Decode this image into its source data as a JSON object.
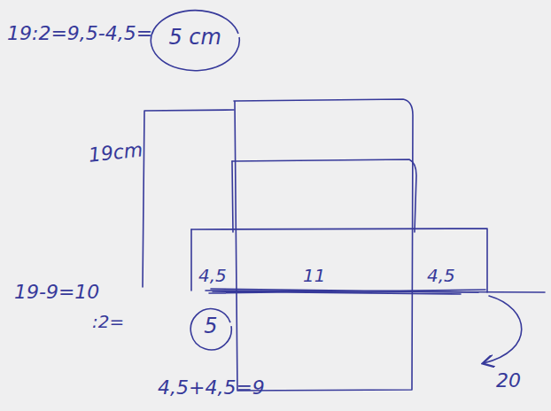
{
  "diagram": {
    "nodes": [
      {
        "text": [
          "5 cm"
        ]
      },
      {
        "text": [
          "5"
        ]
      }
    ],
    "labels": [
      "19:2=9,5-4,5=",
      "19cm",
      "19-9=10",
      ":2=",
      "4,5",
      "11",
      "4,5",
      "4,5+4,5=9",
      "20"
    ]
  }
}
